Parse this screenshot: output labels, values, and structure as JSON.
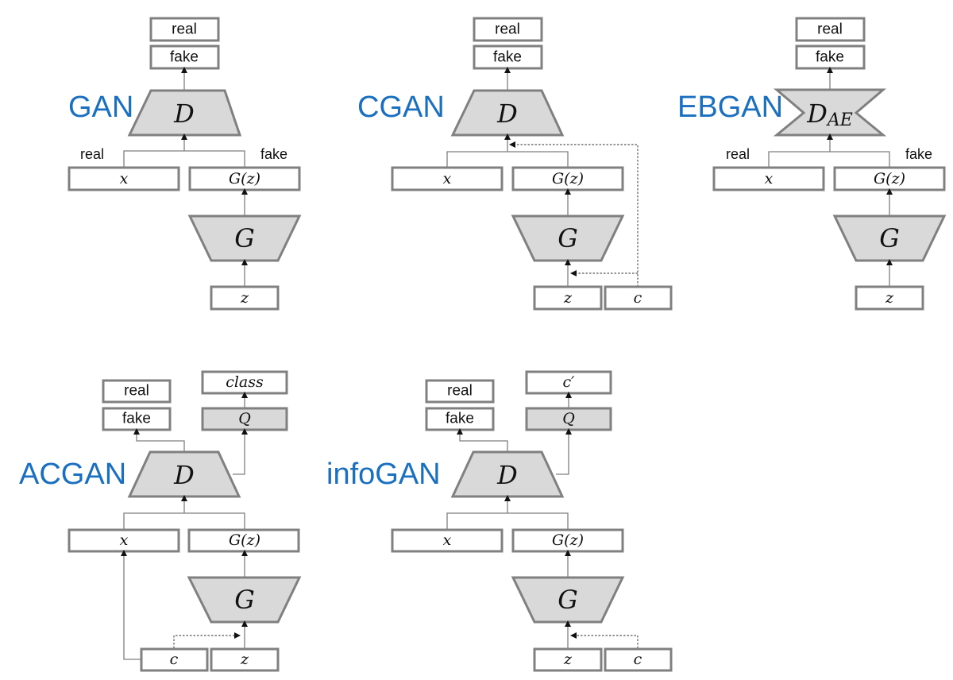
{
  "diagrams": {
    "gan": {
      "title": "GAN",
      "outputs": [
        "real",
        "fake"
      ],
      "discriminator": "D",
      "input_labels": {
        "left": "real",
        "right": "fake"
      },
      "inputs": [
        "x",
        "G(z)"
      ],
      "generator": "G",
      "noise": "z"
    },
    "cgan": {
      "title": "CGAN",
      "outputs": [
        "real",
        "fake"
      ],
      "discriminator": "D",
      "inputs": [
        "x",
        "G(z)"
      ],
      "generator": "G",
      "noise": "z",
      "condition": "c"
    },
    "ebgan": {
      "title": "EBGAN",
      "outputs": [
        "real",
        "fake"
      ],
      "discriminator": "D",
      "discriminator_sub": "AE",
      "input_labels": {
        "left": "real",
        "right": "fake"
      },
      "inputs": [
        "x",
        "G(z)"
      ],
      "generator": "G",
      "noise": "z"
    },
    "acgan": {
      "title": "ACGAN",
      "outputs": [
        "real",
        "fake"
      ],
      "aux_output": "class",
      "aux_network": "Q",
      "discriminator": "D",
      "inputs": [
        "x",
        "G(z)"
      ],
      "generator": "G",
      "condition": "c",
      "noise": "z"
    },
    "infogan": {
      "title": "infoGAN",
      "outputs": [
        "real",
        "fake"
      ],
      "aux_output": "c′",
      "aux_network": "Q",
      "discriminator": "D",
      "inputs": [
        "x",
        "G(z)"
      ],
      "generator": "G",
      "noise": "z",
      "condition": "c"
    }
  }
}
